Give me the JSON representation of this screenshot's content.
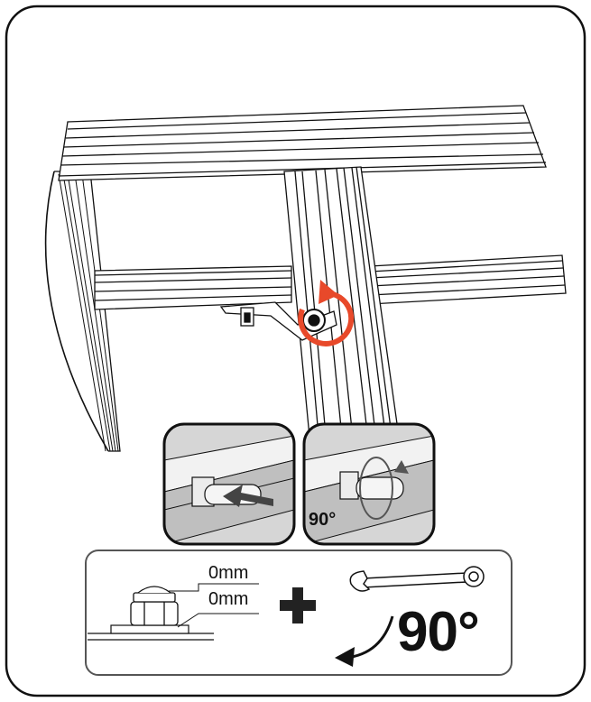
{
  "instruction_card": {
    "spacing_top": "0mm",
    "spacing_bottom": "0mm",
    "inset_rotation": "90°",
    "turn_angle": "90°"
  },
  "icons": [
    "rotate-arrow-icon",
    "push-arrow-icon",
    "rotate-90-arrow-icon",
    "plus-icon",
    "ratchet-wrench-icon",
    "curved-arrow-icon"
  ],
  "colors": {
    "rotate_arrow": "#e8492a",
    "outline": "#111111",
    "card_border": "#555555"
  }
}
